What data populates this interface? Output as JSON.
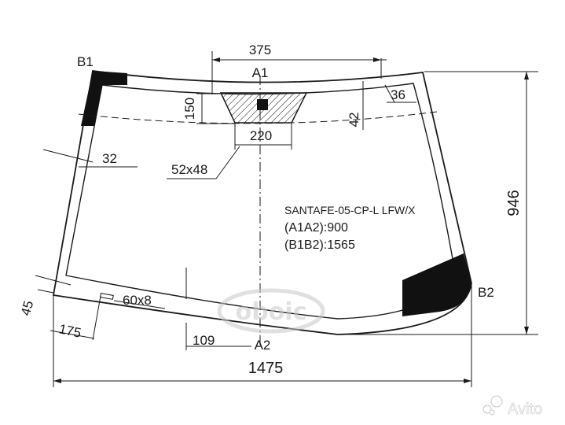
{
  "part_code": "SANTAFE-05-CP-L LFW/X",
  "a1a2_line": "(A1A2):900",
  "b1b2_line": "(B1B2):1565",
  "labels": {
    "a1": "A1",
    "a2": "A2",
    "b1": "B1",
    "b2": "B2"
  },
  "dimensions": {
    "top_width": "375",
    "height": "946",
    "bottom_width": "1475",
    "bracket_height": "150",
    "bracket_width": "220",
    "sensor_size": "52x48",
    "corner_offset": "32",
    "right_offset": "36",
    "right_band": "42",
    "bottom_offset": "109",
    "left_offset": "175",
    "left_band": "45",
    "vin_window": "60x8"
  },
  "watermark": {
    "brand_text": "oboic",
    "site_text": "Avito"
  },
  "colors": {
    "line": "#1a1a1a",
    "fill_black": "#111111",
    "watermark": "#c8c8c8"
  }
}
